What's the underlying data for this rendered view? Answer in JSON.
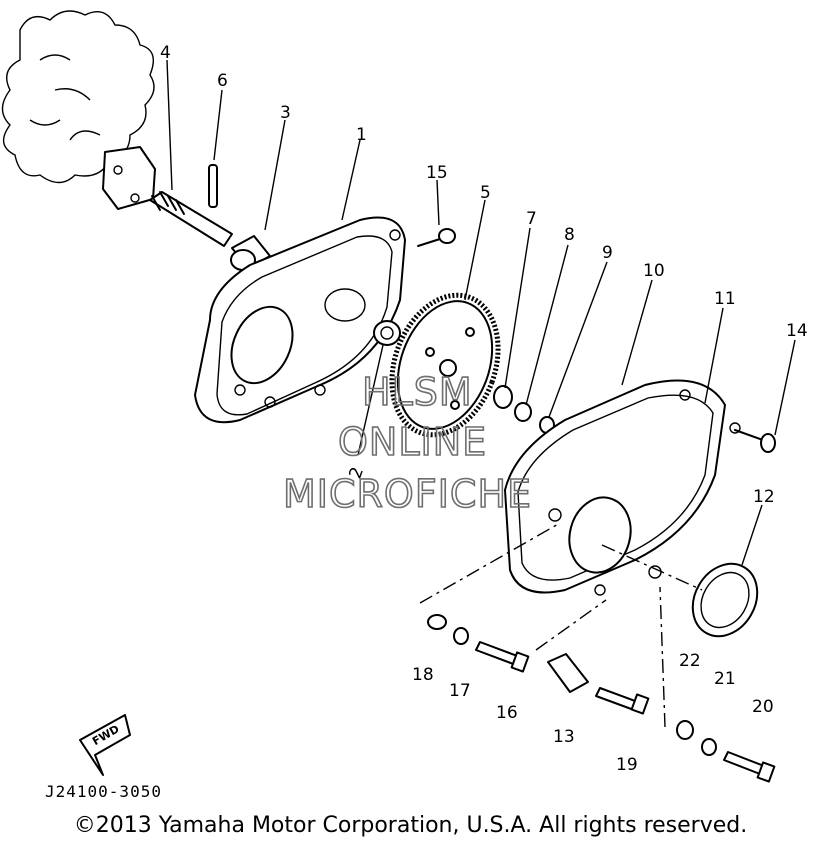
{
  "diagram": {
    "part_numbers": [
      "1",
      "2",
      "3",
      "4",
      "5",
      "6",
      "7",
      "8",
      "9",
      "10",
      "11",
      "12",
      "13",
      "14",
      "15",
      "16",
      "17",
      "18",
      "19",
      "20",
      "21",
      "22"
    ],
    "fwd_label": "FWD",
    "drawing_code": "J24100-3050"
  },
  "watermark": {
    "line1": "HLSM",
    "line2": "ONLINE",
    "line3": "MICROFICHE"
  },
  "copyright": "©2013 Yamaha Motor Corporation, U.S.A. All rights reserved."
}
